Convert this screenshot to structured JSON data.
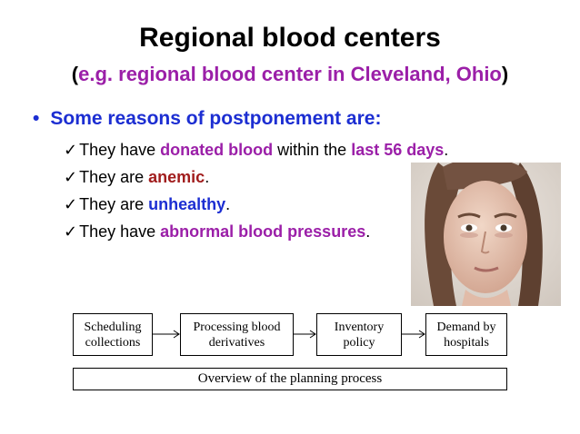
{
  "slide": {
    "title": "Regional blood centers",
    "subtitle": {
      "open": "(",
      "highlight": "e.g. regional blood center in Cleveland, Ohio",
      "close": ")"
    },
    "bullet": {
      "marker": "•",
      "text": "Some reasons of postponement are:"
    },
    "checks": {
      "mark": "✓",
      "line1": {
        "pre": "They have ",
        "hl1": "donated blood",
        "mid": " within the ",
        "hl2": "last 56 days",
        "post": "."
      },
      "line2": {
        "pre": "They are ",
        "hl": "anemic",
        "post": "."
      },
      "line3": {
        "pre": "They are ",
        "hl": "unhealthy",
        "post": "."
      },
      "line4": {
        "pre": "They have ",
        "hl": "abnormal blood pressures",
        "post": "."
      }
    },
    "colors": {
      "purple": "#9b1fa8",
      "red": "#a11d1d",
      "blue": "#1c2ed2"
    }
  },
  "diagram": {
    "box1": {
      "line1": "Scheduling",
      "line2": "collections"
    },
    "box2": {
      "line1": "Processing blood",
      "line2": "derivatives"
    },
    "box3": {
      "line1": "Inventory",
      "line2": "policy"
    },
    "box4": {
      "line1": "Demand by",
      "line2": "hospitals"
    },
    "caption": "Overview of the planning process"
  }
}
